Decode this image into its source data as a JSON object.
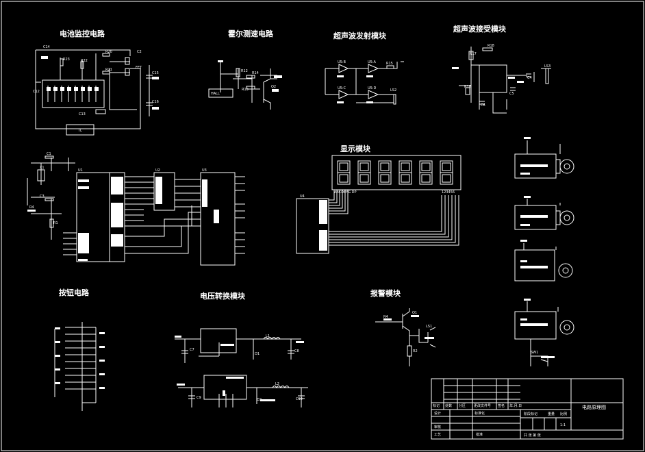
{
  "sections": {
    "battery": "电池监控电路",
    "hall": "霍尔测速电路",
    "us_tx": "超声波发射模块",
    "us_rx": "超声波接受模块",
    "display": "显示模块",
    "button": "按钮电路",
    "voltage": "电压转换模块",
    "alarm": "报警模块"
  },
  "labels": {
    "c14": "C14",
    "r23": "R23",
    "r22": "R22",
    "r20": "R20",
    "r21": "R21",
    "c2": "C2",
    "c15": "C15",
    "c16": "C16",
    "c12": "C12",
    "c13": "C13",
    "fet": "FET",
    "r12": "R12",
    "r14": "R14",
    "r13": "R13",
    "q2": "Q2",
    "u5b": "U5:B",
    "u5a": "U5:A",
    "u5c": "U5:C",
    "u5d": "U5:D",
    "r15": "R15",
    "ls2": "LS2",
    "r17": "R17",
    "r18": "R18",
    "r16": "R16",
    "c4": "C4",
    "c5": "C5",
    "c6": "C6",
    "ls3": "LS3",
    "c1": "C1",
    "x1": "X1",
    "c3": "C3",
    "r1": "R1",
    "r4": "R4",
    "u1": "U1",
    "u2": "U2",
    "u3": "U3",
    "u4": "U4",
    "disp_pins_left": "ABCDEFG DP",
    "disp_pins_right": "123456",
    "c7": "C7",
    "d1": "D1",
    "l1": "L1",
    "c8": "C8",
    "c9": "C9",
    "d2": "D2",
    "l2": "L2",
    "c10": "C10",
    "r4b": "R4",
    "q1": "Q1",
    "ls1": "LS1",
    "r2": "R2",
    "sw1": "SW1"
  },
  "title_block": {
    "drawing_title": "电路原理图",
    "h1": "标记",
    "h2": "处数",
    "h3": "分区",
    "h4": "更改文件号",
    "h5": "签名",
    "h6": "年.月.日",
    "design": "设计",
    "standardize": "标准化",
    "stage_mark": "阶段标记",
    "weight": "重量",
    "ratio": "比例",
    "check": "审核",
    "process": "工艺",
    "approve": "批准",
    "scale": "1:1",
    "sheets": "共 张 第 张"
  }
}
